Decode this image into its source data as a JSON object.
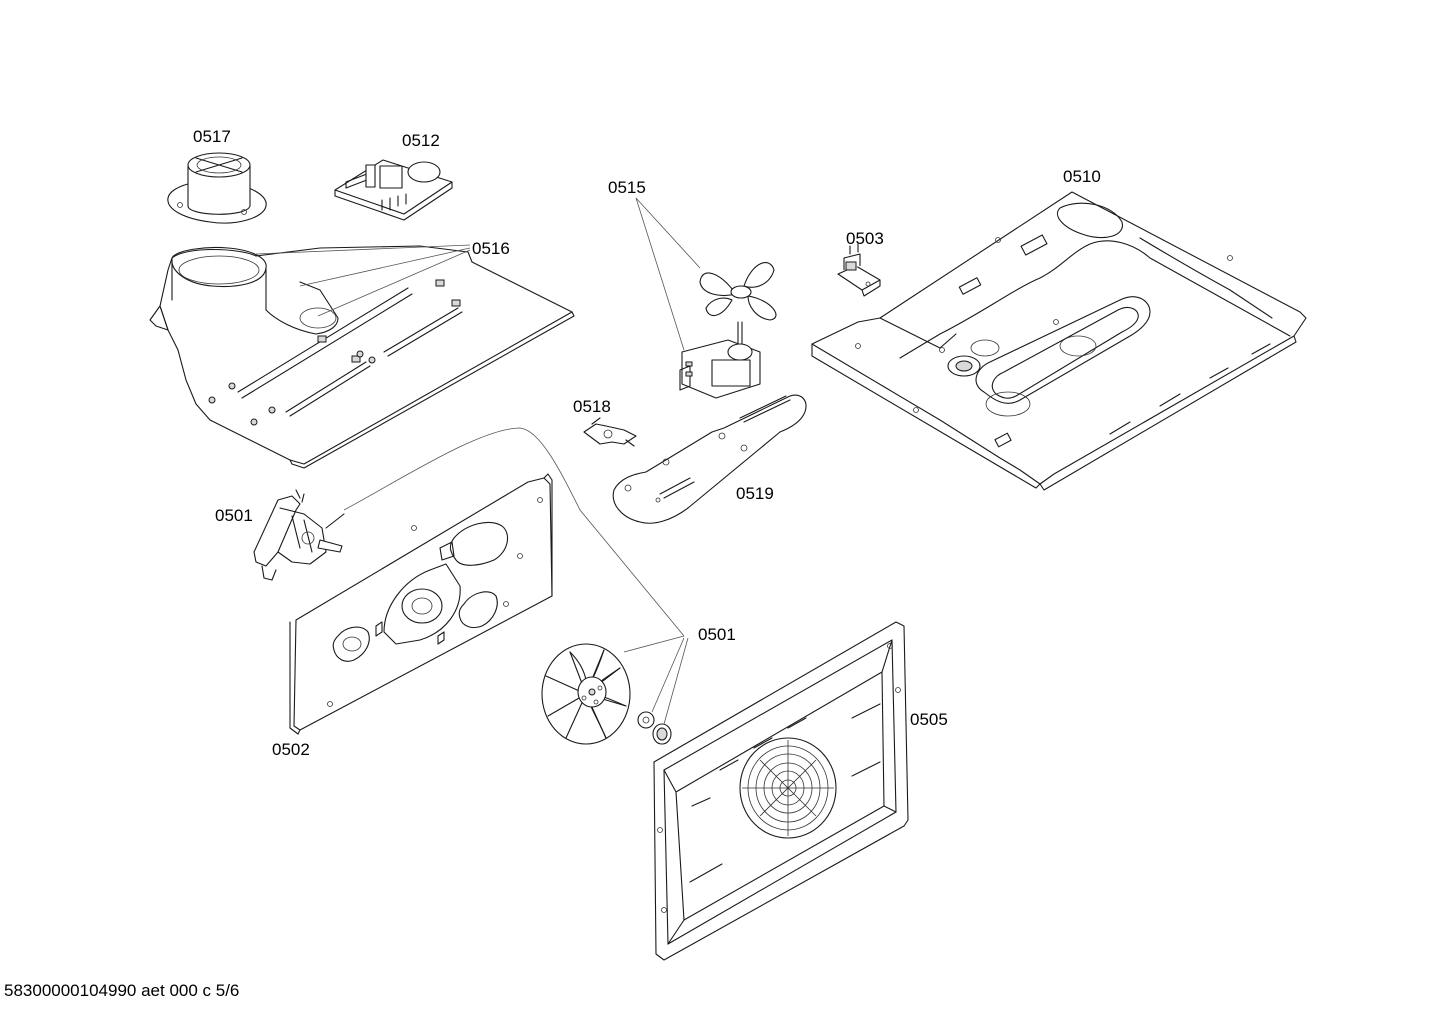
{
  "parts": [
    {
      "id": "0517"
    },
    {
      "id": "0512"
    },
    {
      "id": "0516"
    },
    {
      "id": "0515"
    },
    {
      "id": "0503"
    },
    {
      "id": "0510"
    },
    {
      "id": "0518"
    },
    {
      "id": "0519"
    },
    {
      "id": "0501"
    },
    {
      "id": "0502"
    },
    {
      "id": "0501"
    },
    {
      "id": "0505"
    }
  ],
  "footer": {
    "text": "58300000104990 aet 000 c 5/6"
  }
}
